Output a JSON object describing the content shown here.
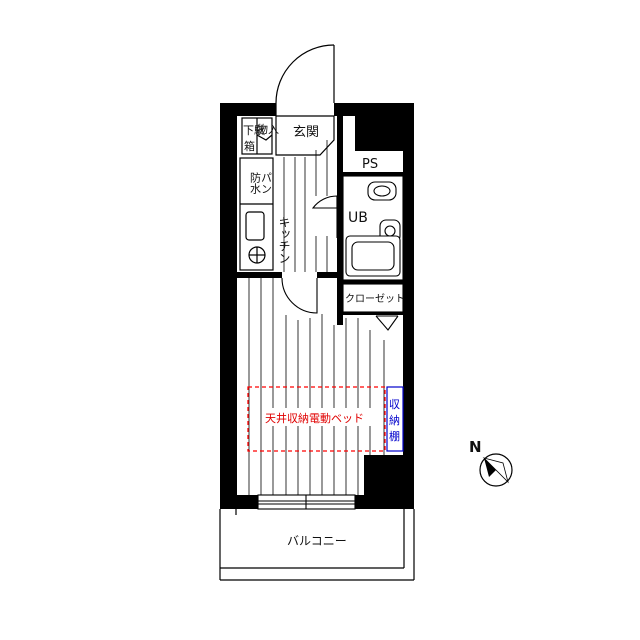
{
  "rooms": {
    "entrance": "玄関",
    "storage_top": "物入",
    "shoe_box_1": "下駄",
    "shoe_box_2": "箱",
    "waterproof_pan_1": "防水",
    "waterproof_pan_2": "パン",
    "kitchen": "キッチン",
    "pipe_space": "PS",
    "unit_bath": "UB",
    "closet": "クローゼット",
    "ceiling_bed": "天井収納電動ベッド",
    "storage_shelf": [
      "収",
      "納",
      "棚"
    ],
    "balcony": "バルコニー"
  },
  "compass": {
    "north_label": "N"
  },
  "colors": {
    "wall": "#000000",
    "bed_outline": "#ff0000",
    "bed_text": "#e00000",
    "shelf_outline": "#0000cc",
    "shelf_text": "#0000cc"
  }
}
